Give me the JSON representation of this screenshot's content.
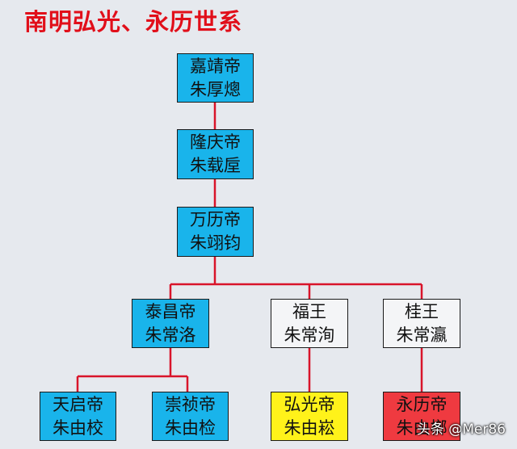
{
  "title": "南明弘光、永历世系",
  "colors": {
    "title": "#e10f1a",
    "connector": "#d9142a",
    "emperor_box": "#19b4eb",
    "prince_box": "#f4f5f7",
    "hongguang_box": "#fff21a",
    "yongli_box": "#ef3a40"
  },
  "nodes": {
    "jiajing": {
      "title": "嘉靖帝",
      "name": "朱厚熜"
    },
    "longqing": {
      "title": "隆庆帝",
      "name": "朱载垕"
    },
    "wanli": {
      "title": "万历帝",
      "name": "朱翊钧"
    },
    "taichang": {
      "title": "泰昌帝",
      "name": "朱常洛"
    },
    "fuwang": {
      "title": "福王",
      "name": "朱常洵"
    },
    "guiwang": {
      "title": "桂王",
      "name": "朱常瀛"
    },
    "tianqi": {
      "title": "天启帝",
      "name": "朱由校"
    },
    "chongzhen": {
      "title": "崇祯帝",
      "name": "朱由检"
    },
    "hongguang": {
      "title": "弘光帝",
      "name": "朱由崧"
    },
    "yongli": {
      "title": "永历帝",
      "name": "朱由榔"
    }
  },
  "watermark": "头条 @Mer86"
}
